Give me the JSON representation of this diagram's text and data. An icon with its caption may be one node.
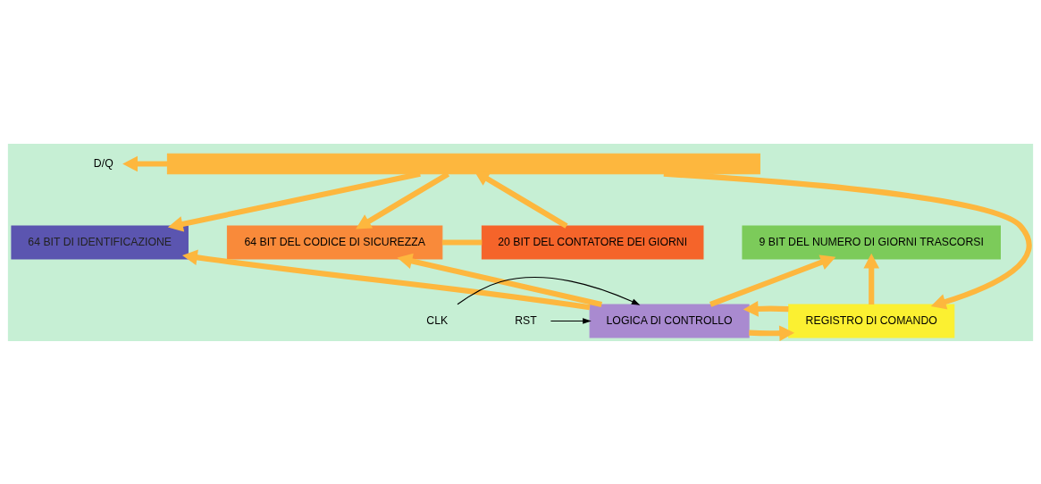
{
  "diagram": {
    "nodes": [
      {
        "text": [
          "D/Q"
        ]
      },
      {
        "text": [],
        "shape": "bar"
      },
      {
        "text": [
          "64 BIT DI IDENTIFICAZIONE"
        ]
      },
      {
        "text": [
          "64 BIT DEL CODICE DI SICUREZZA"
        ]
      },
      {
        "text": [
          "20 BIT DEL CONTATORE DEI GIORNI"
        ]
      },
      {
        "text": [
          "9 BIT DEL NUMERO DI GIORNI TRASCORSI"
        ]
      },
      {
        "text": [
          "CLK"
        ]
      },
      {
        "text": [
          "RST"
        ]
      },
      {
        "text": [
          "LOGICA DI CONTROLLO"
        ]
      },
      {
        "text": [
          "REGISTRO DI COMANDO"
        ]
      }
    ],
    "edges": [
      {
        "from": 1,
        "to": 0,
        "arrow": "to"
      },
      {
        "from": 1,
        "to": 2,
        "arrow": "to"
      },
      {
        "from": 1,
        "to": 3,
        "arrow": "to"
      },
      {
        "from": 4,
        "to": 1,
        "arrow": "to"
      },
      {
        "from": 1,
        "to": 9,
        "arrow": "to"
      },
      {
        "from": 3,
        "to": 4,
        "arrow": "none"
      },
      {
        "from": 8,
        "to": 2,
        "arrow": "to"
      },
      {
        "from": 8,
        "to": 3,
        "arrow": "to"
      },
      {
        "from": 8,
        "to": 5,
        "arrow": "to"
      },
      {
        "from": 6,
        "to": 8,
        "arrow": "to",
        "color": "#000000"
      },
      {
        "from": 7,
        "to": 8,
        "arrow": "to",
        "color": "#000000"
      },
      {
        "from": 8,
        "to": 9,
        "arrow": "to"
      },
      {
        "from": 9,
        "to": 8,
        "arrow": "to"
      },
      {
        "from": 9,
        "to": 5,
        "arrow": "to"
      }
    ]
  }
}
